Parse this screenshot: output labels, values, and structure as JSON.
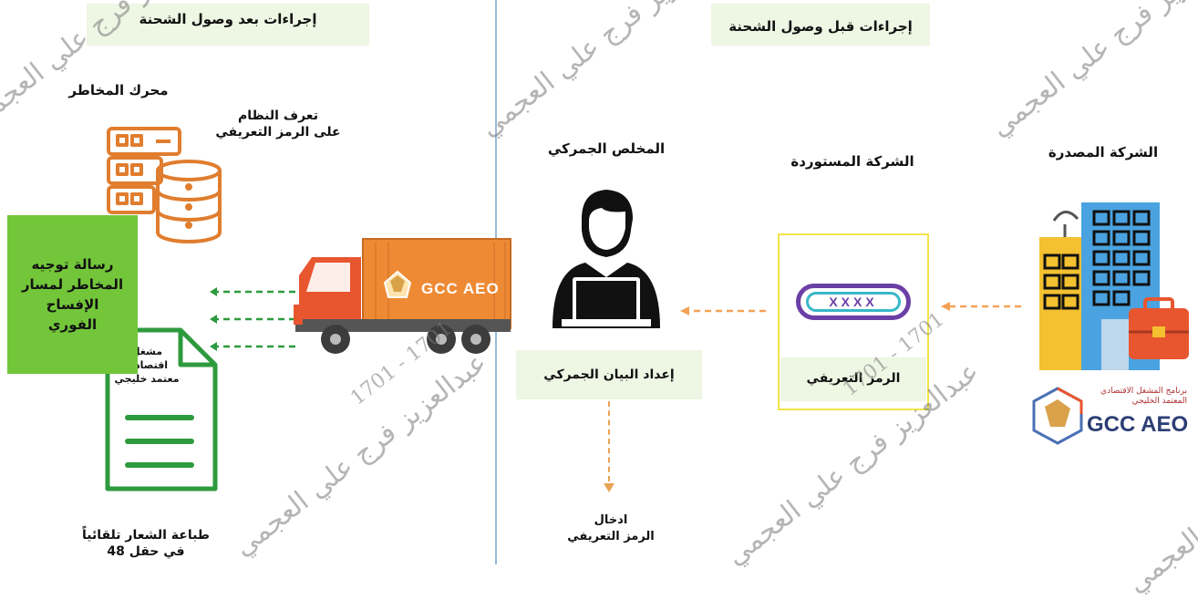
{
  "left_section": {
    "header": "إجراءات بعد وصول الشحنة",
    "risk_engine_label": "محرك المخاطر",
    "system_recognition_label": "تعرف النظام\nعلى الرمز التعريفي",
    "risk_message_label": "رسالة توجيه\nالمخاطر لمسار\nالإفساح\nالفوري",
    "document_label": "مشغل\nاقتصادي\nمعتمد خليجي",
    "print_logo_label": "طباعة الشعار تلقائياً\nفي حقل 48"
  },
  "right_section": {
    "header": "إجراءات قبل وصول الشحنة",
    "customs_broker_label": "المخلص الجمركي",
    "importer_label": "الشركة المستوردة",
    "exporter_label": "الشركة المصدرة",
    "declaration_label": "إعداد البيان الجمركي",
    "id_code_label": "الرمز التعريفي",
    "id_code_value": "XXXX",
    "enter_code_label": "ادخال\nالرمز التعريفي"
  },
  "truck": {
    "logo_text": "GCC AEO"
  },
  "gcc_aeo_logo": {
    "arabic_text": "برنامج المشغل الاقتصادي\nالمعتمد الخليجي",
    "text": "GCC AEO"
  },
  "watermark": {
    "name": "عبدالعزيز فرج علي العجمي",
    "id": "1701 - 1701"
  },
  "colors": {
    "green": "#73c63a",
    "orange": "#e97e2e",
    "light_orange": "#f4a257",
    "dark_green": "#2e9a3e",
    "yellow_border": "#f2e44a",
    "divider": "#9bbbd8"
  }
}
